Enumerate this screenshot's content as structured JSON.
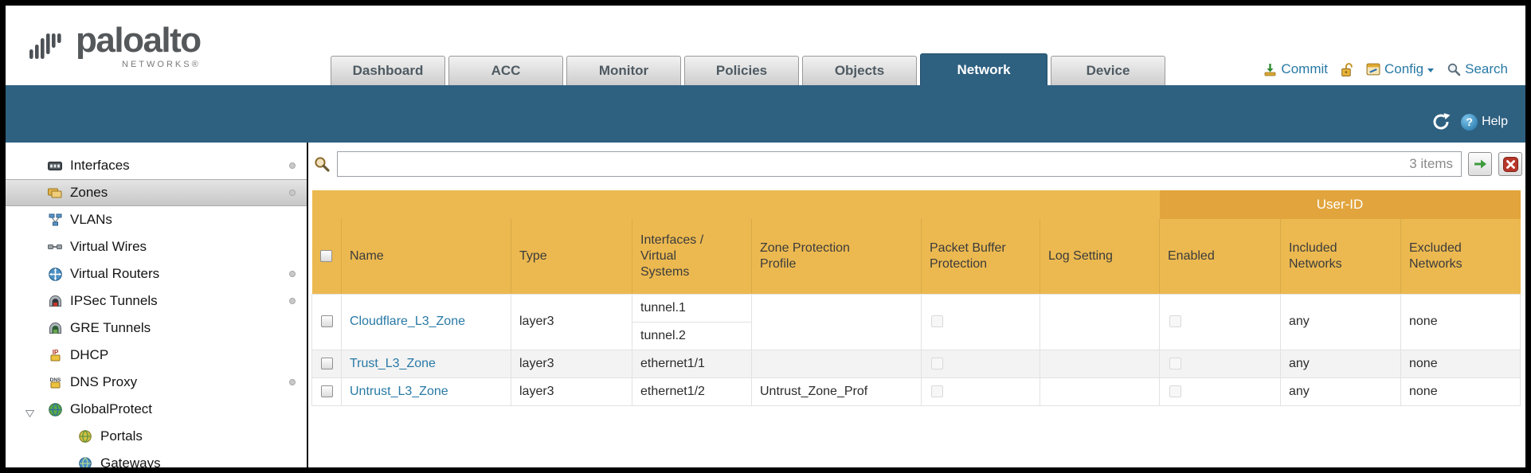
{
  "brand": {
    "name": "paloalto",
    "sub": "NETWORKS®"
  },
  "colors": {
    "accent_teal": "#2e6080",
    "header_orange": "#ecb950",
    "userid_orange": "#e2a43c",
    "link_teal": "#2879a5"
  },
  "tabs": [
    {
      "label": "Dashboard"
    },
    {
      "label": "ACC"
    },
    {
      "label": "Monitor"
    },
    {
      "label": "Policies"
    },
    {
      "label": "Objects"
    },
    {
      "label": "Network"
    },
    {
      "label": "Device"
    }
  ],
  "header_utils": {
    "commit": "Commit",
    "config": "Config",
    "search": "Search"
  },
  "toolbar": {
    "help": "Help",
    "help_glyph": "?"
  },
  "sidebar": {
    "items": [
      {
        "label": "Interfaces"
      },
      {
        "label": "Zones"
      },
      {
        "label": "VLANs"
      },
      {
        "label": "Virtual Wires"
      },
      {
        "label": "Virtual Routers"
      },
      {
        "label": "IPSec Tunnels"
      },
      {
        "label": "GRE Tunnels"
      },
      {
        "label": "DHCP"
      },
      {
        "label": "DNS Proxy"
      },
      {
        "label": "GlobalProtect"
      },
      {
        "label": "Portals"
      },
      {
        "label": "Gateways"
      }
    ]
  },
  "filter": {
    "value": "",
    "items_count": "3 items"
  },
  "table": {
    "group_header": "User-ID",
    "columns": [
      "Name",
      "Type",
      "Interfaces / Virtual Systems",
      "Zone Protection Profile",
      "Packet Buffer Protection",
      "Log Setting",
      "Enabled",
      "Included Networks",
      "Excluded Networks"
    ],
    "rows": [
      {
        "name": "Cloudflare_L3_Zone",
        "type": "layer3",
        "interfaces": [
          "tunnel.1",
          "tunnel.2"
        ],
        "zone_protection_profile": "",
        "log_setting": "",
        "included_networks": "any",
        "excluded_networks": "none"
      },
      {
        "name": "Trust_L3_Zone",
        "type": "layer3",
        "interfaces": [
          "ethernet1/1"
        ],
        "zone_protection_profile": "",
        "log_setting": "",
        "included_networks": "any",
        "excluded_networks": "none"
      },
      {
        "name": "Untrust_L3_Zone",
        "type": "layer3",
        "interfaces": [
          "ethernet1/2"
        ],
        "zone_protection_profile": "Untrust_Zone_Prof",
        "log_setting": "",
        "included_networks": "any",
        "excluded_networks": "none"
      }
    ]
  }
}
